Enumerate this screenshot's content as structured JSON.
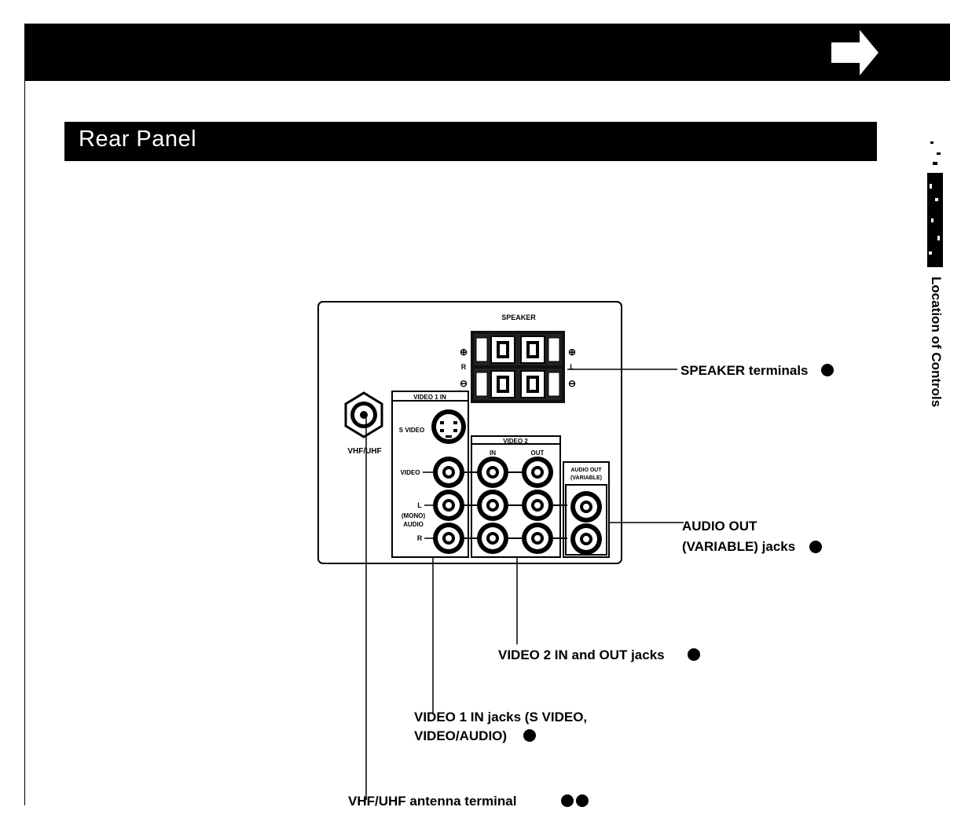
{
  "page": {
    "section_title": "Rear Panel",
    "side_tab": "Location of Controls",
    "next_icon": "arrow-right-icon"
  },
  "panel": {
    "speaker_heading": "SPEAKER",
    "speaker_plus_right": "⊕",
    "speaker_r": "R",
    "speaker_minus_right": "⊖",
    "speaker_plus_left": "⊕",
    "speaker_l": "L",
    "speaker_minus_left": "⊖",
    "video1_heading": "VIDEO 1 IN",
    "s_video": "S VIDEO",
    "video": "VIDEO",
    "l_mono": "L",
    "mono": "(MONO)",
    "audio": "AUDIO",
    "r": "R",
    "vhf_uhf": "VHF/UHF",
    "video2_heading": "VIDEO 2",
    "video2_in": "IN",
    "video2_out": "OUT",
    "audio_out_heading": "AUDIO OUT",
    "audio_out_sub": "(VARIABLE)"
  },
  "callouts": {
    "speaker_terminals": "SPEAKER terminals",
    "audio_out_line1": "AUDIO OUT",
    "audio_out_line2": "(VARIABLE) jacks",
    "video2_jacks": "VIDEO 2 IN and OUT jacks",
    "video1_line1": "VIDEO 1 IN jacks (S VIDEO,",
    "video1_line2": "VIDEO/AUDIO)",
    "vhf_uhf_terminal": "VHF/UHF antenna terminal"
  }
}
